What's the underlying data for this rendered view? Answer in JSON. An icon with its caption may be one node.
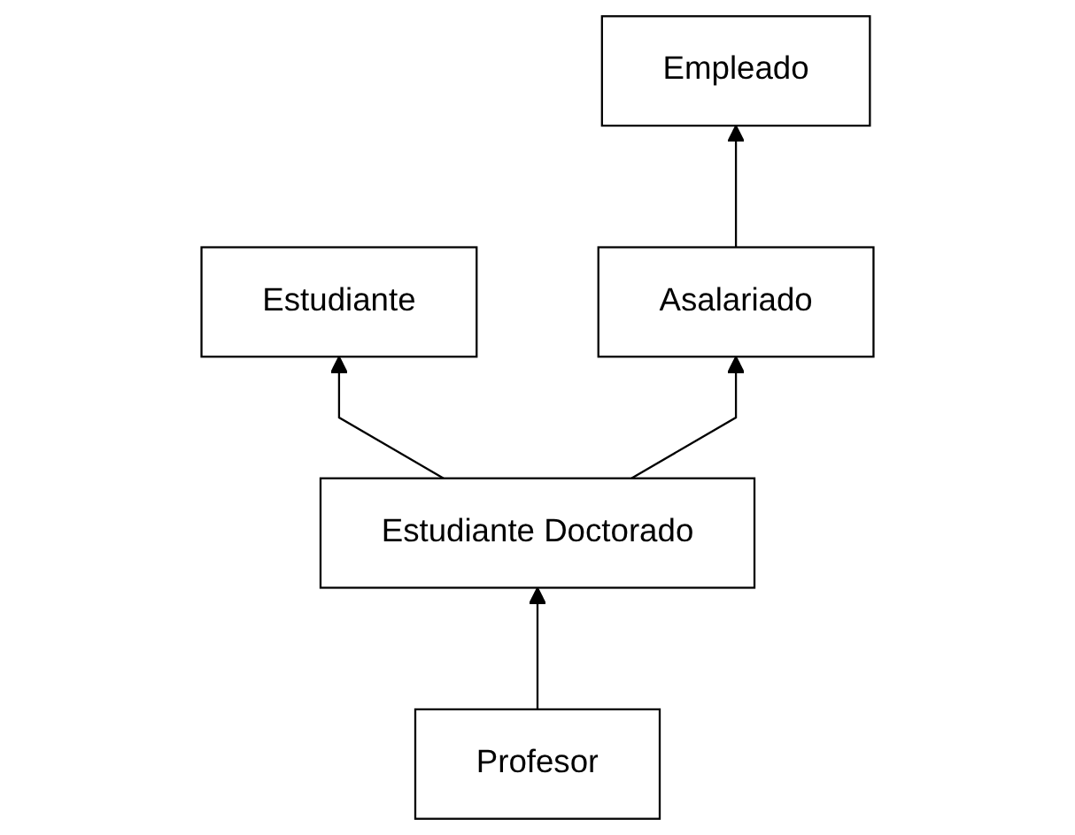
{
  "diagram": {
    "nodes": [
      {
        "text": [
          "Estudiante"
        ]
      },
      {
        "text": [
          "Empleado"
        ]
      },
      {
        "text": [
          "Asalariado"
        ]
      },
      {
        "text": [
          "Estudiante Doctorado"
        ]
      },
      {
        "text": [
          "Profesor"
        ]
      }
    ],
    "edges": [
      {
        "from": 3,
        "to": 0,
        "arrow": "to"
      },
      {
        "from": 2,
        "to": 1,
        "arrow": "to"
      },
      {
        "from": 3,
        "to": 2,
        "arrow": "to"
      },
      {
        "from": 4,
        "to": 3,
        "arrow": "to"
      }
    ]
  }
}
